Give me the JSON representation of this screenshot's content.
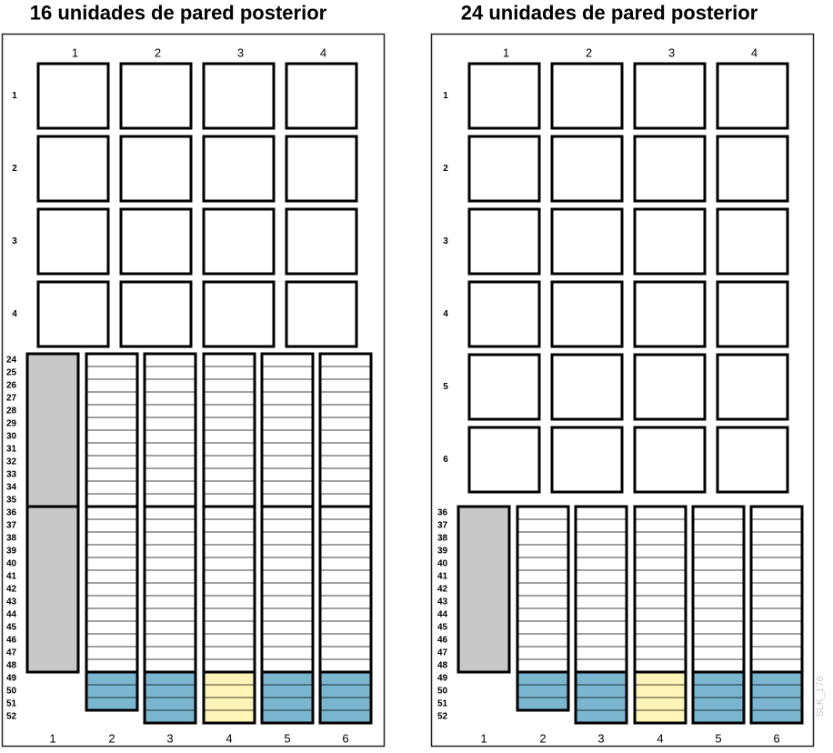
{
  "diagram": {
    "watermark": "SLK_176",
    "colors": {
      "outline": "#000000",
      "frame": "#222222",
      "blank": "#ffffff",
      "gray": "#c8c8c8",
      "blue": "#7bb6d1",
      "yellow": "#fff4b8",
      "slot_line": "#000000"
    },
    "panels": [
      {
        "title": "16 unidades de pared posterior",
        "wall_columns": [
          "1",
          "2",
          "3",
          "4"
        ],
        "wall_rows": [
          "1",
          "2",
          "3",
          "4"
        ],
        "upper_rack": {
          "rows": [
            "24",
            "25",
            "26",
            "27",
            "28",
            "29",
            "30",
            "31",
            "32",
            "33",
            "34",
            "35"
          ]
        },
        "lower_rack": {
          "rows": [
            "36",
            "37",
            "38",
            "39",
            "40",
            "41",
            "42",
            "43",
            "44",
            "45",
            "46",
            "47",
            "48"
          ]
        },
        "bottom_rows": [
          "49",
          "50",
          "51",
          "52"
        ],
        "bay_columns": [
          "1",
          "2",
          "3",
          "4",
          "5",
          "6"
        ],
        "bays": [
          {
            "label": "1",
            "kind": "gray",
            "bottom": "none"
          },
          {
            "label": "2",
            "kind": "white",
            "bottom": "blue",
            "bottom_slots": 3
          },
          {
            "label": "3",
            "kind": "white",
            "bottom": "blue",
            "bottom_slots": 4
          },
          {
            "label": "4",
            "kind": "white",
            "bottom": "yellow",
            "bottom_slots": 4
          },
          {
            "label": "5",
            "kind": "white",
            "bottom": "blue",
            "bottom_slots": 4
          },
          {
            "label": "6",
            "kind": "white",
            "bottom": "blue",
            "bottom_slots": 4
          }
        ]
      },
      {
        "title": "24 unidades de pared posterior",
        "wall_columns": [
          "1",
          "2",
          "3",
          "4"
        ],
        "wall_rows": [
          "1",
          "2",
          "3",
          "4",
          "5",
          "6"
        ],
        "upper_rack": null,
        "lower_rack": {
          "rows": [
            "36",
            "37",
            "38",
            "39",
            "40",
            "41",
            "42",
            "43",
            "44",
            "45",
            "46",
            "47",
            "48"
          ]
        },
        "bottom_rows": [
          "49",
          "50",
          "51",
          "52"
        ],
        "bay_columns": [
          "1",
          "2",
          "3",
          "4",
          "5",
          "6"
        ],
        "bays": [
          {
            "label": "1",
            "kind": "gray",
            "bottom": "none"
          },
          {
            "label": "2",
            "kind": "white",
            "bottom": "blue",
            "bottom_slots": 3
          },
          {
            "label": "3",
            "kind": "white",
            "bottom": "blue",
            "bottom_slots": 4
          },
          {
            "label": "4",
            "kind": "white",
            "bottom": "yellow",
            "bottom_slots": 4
          },
          {
            "label": "5",
            "kind": "white",
            "bottom": "blue",
            "bottom_slots": 4
          },
          {
            "label": "6",
            "kind": "white",
            "bottom": "blue",
            "bottom_slots": 4
          }
        ]
      }
    ]
  }
}
